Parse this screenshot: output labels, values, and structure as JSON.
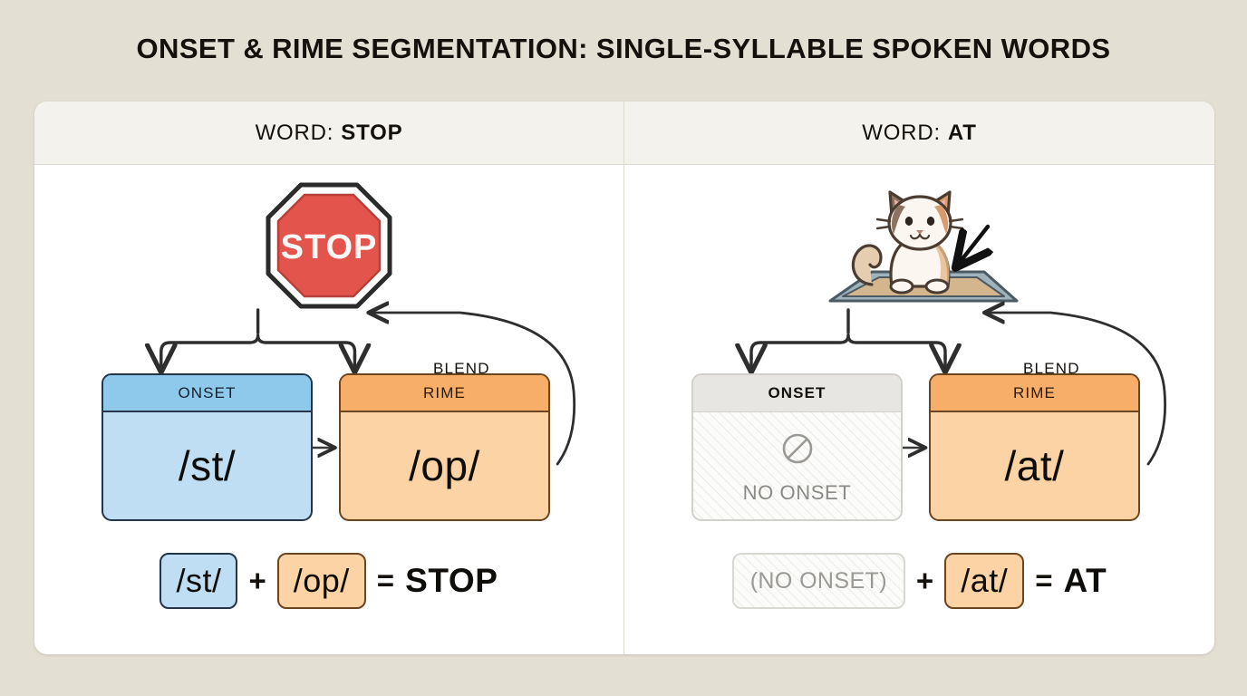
{
  "title": "ONSET & RIME SEGMENTATION: SINGLE-SYLLABLE SPOKEN WORDS",
  "colors": {
    "page_background": "#E4DFD3",
    "card_background": "#FFFFFF",
    "header_band": "#F4F2EC",
    "onset_fill": "#BFDEF4",
    "onset_header": "#8EC9EB",
    "onset_border": "#24354A",
    "rime_fill": "#FBD3A4",
    "rime_header": "#F6AE69",
    "rime_border": "#6B4420",
    "empty_fill": "#FBFBFA",
    "empty_header": "#E7E6E2",
    "empty_border": "#D2D0CB",
    "muted_text": "#8B8A86",
    "stroke": "#2E2E2E",
    "stop_sign_red": "#E2544C",
    "text": "#14110D"
  },
  "panels": [
    {
      "header_label": "WORD:",
      "header_word": "STOP",
      "illustration": "stop-sign-illustration",
      "blend_label": "BLEND",
      "onset": {
        "header": "ONSET",
        "value": "/st/",
        "empty": false
      },
      "rime": {
        "header": "RIME",
        "value": "/op/"
      },
      "equation": {
        "onset_chip": "/st/",
        "plus": "+",
        "rime_chip": "/op/",
        "equals": "=",
        "result": "STOP"
      }
    },
    {
      "header_label": "WORD:",
      "header_word": "AT",
      "illustration": "cat-on-mat-illustration",
      "blend_label": "BLEND",
      "onset": {
        "header": "ONSET",
        "value": "NO ONSET",
        "icon": "prohibition-icon",
        "empty": true
      },
      "rime": {
        "header": "RIME",
        "value": "/at/"
      },
      "equation": {
        "onset_chip": "(NO ONSET)",
        "plus": "+",
        "rime_chip": "/at/",
        "equals": "=",
        "result": "AT"
      }
    }
  ],
  "stop_sign": {
    "text": "STOP"
  }
}
